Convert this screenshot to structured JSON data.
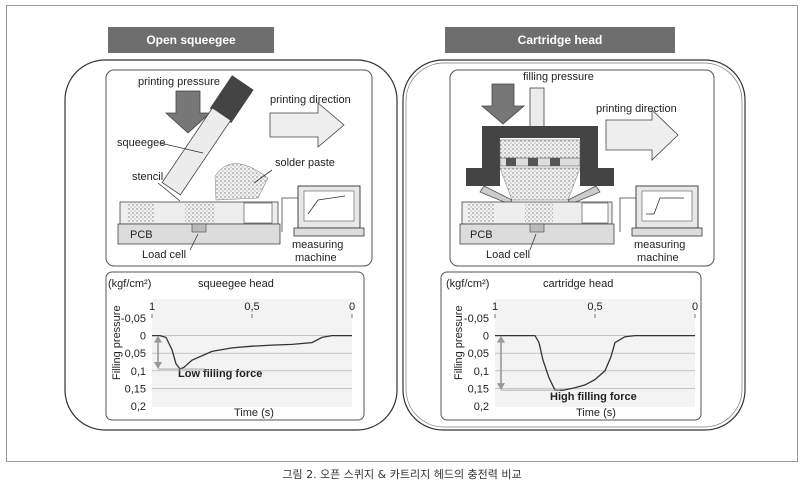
{
  "caption": "그림 2. 오픈 스퀴지 & 카트리지 헤드의 충전력 비교",
  "left": {
    "header": "Open squeegee",
    "labels": {
      "pressure": "printing pressure",
      "direction": "printing direction",
      "squeegee": "squeegee",
      "stencil": "stencil",
      "paste": "solder paste",
      "pcb": "PCB",
      "loadcell": "Load cell",
      "measuring1": "measuring",
      "measuring2": "machine"
    },
    "chart": {
      "unit": "(kgf/cm²)",
      "title": "squeegee head",
      "ylabel": "Filling pressure",
      "xlabel": "Time (s)",
      "annotation": "Low filling force"
    }
  },
  "right": {
    "header": "Cartridge head",
    "labels": {
      "pressure": "filling pressure",
      "direction": "printing direction",
      "pcb": "PCB",
      "loadcell": "Load cell",
      "measuring1": "measuring",
      "measuring2": "machine"
    },
    "chart": {
      "unit": "(kgf/cm²)",
      "title": "cartridge head",
      "ylabel": "Filling pressure",
      "xlabel": "Time (s)",
      "annotation": "High filling force"
    }
  },
  "chart_data": [
    {
      "type": "line",
      "title": "squeegee head",
      "xlabel": "Time (s)",
      "ylabel": "Filling pressure",
      "x_ticks": [
        "1",
        "0.5",
        "0"
      ],
      "y_ticks": [
        "-0,05",
        "0",
        "0,05",
        "0,1",
        "0,15",
        "0,2"
      ],
      "ylim": [
        -0.05,
        0.2
      ],
      "x": [
        1.0,
        0.96,
        0.93,
        0.9,
        0.88,
        0.86,
        0.84,
        0.8,
        0.7,
        0.6,
        0.5,
        0.4,
        0.3,
        0.2,
        0.15,
        0.1,
        0.0
      ],
      "y": [
        0.0,
        0.0,
        0.005,
        0.04,
        0.08,
        0.095,
        0.09,
        0.07,
        0.045,
        0.035,
        0.03,
        0.027,
        0.025,
        0.02,
        0.005,
        0.0,
        0.0
      ]
    },
    {
      "type": "line",
      "title": "cartridge head",
      "xlabel": "Time (s)",
      "ylabel": "Filling pressure",
      "x_ticks": [
        "1",
        "0.5",
        "0"
      ],
      "y_ticks": [
        "-0,05",
        "0",
        "0,05",
        "0,1",
        "0,15",
        "0,2"
      ],
      "ylim": [
        -0.05,
        0.2
      ],
      "x": [
        1.0,
        0.9,
        0.8,
        0.78,
        0.76,
        0.73,
        0.7,
        0.66,
        0.6,
        0.55,
        0.5,
        0.45,
        0.42,
        0.4,
        0.35,
        0.3,
        0.2,
        0.0
      ],
      "y": [
        0.0,
        0.0,
        0.0,
        0.02,
        0.07,
        0.12,
        0.155,
        0.155,
        0.148,
        0.14,
        0.125,
        0.1,
        0.06,
        0.02,
        0.003,
        0.0,
        0.0,
        0.0
      ]
    }
  ]
}
